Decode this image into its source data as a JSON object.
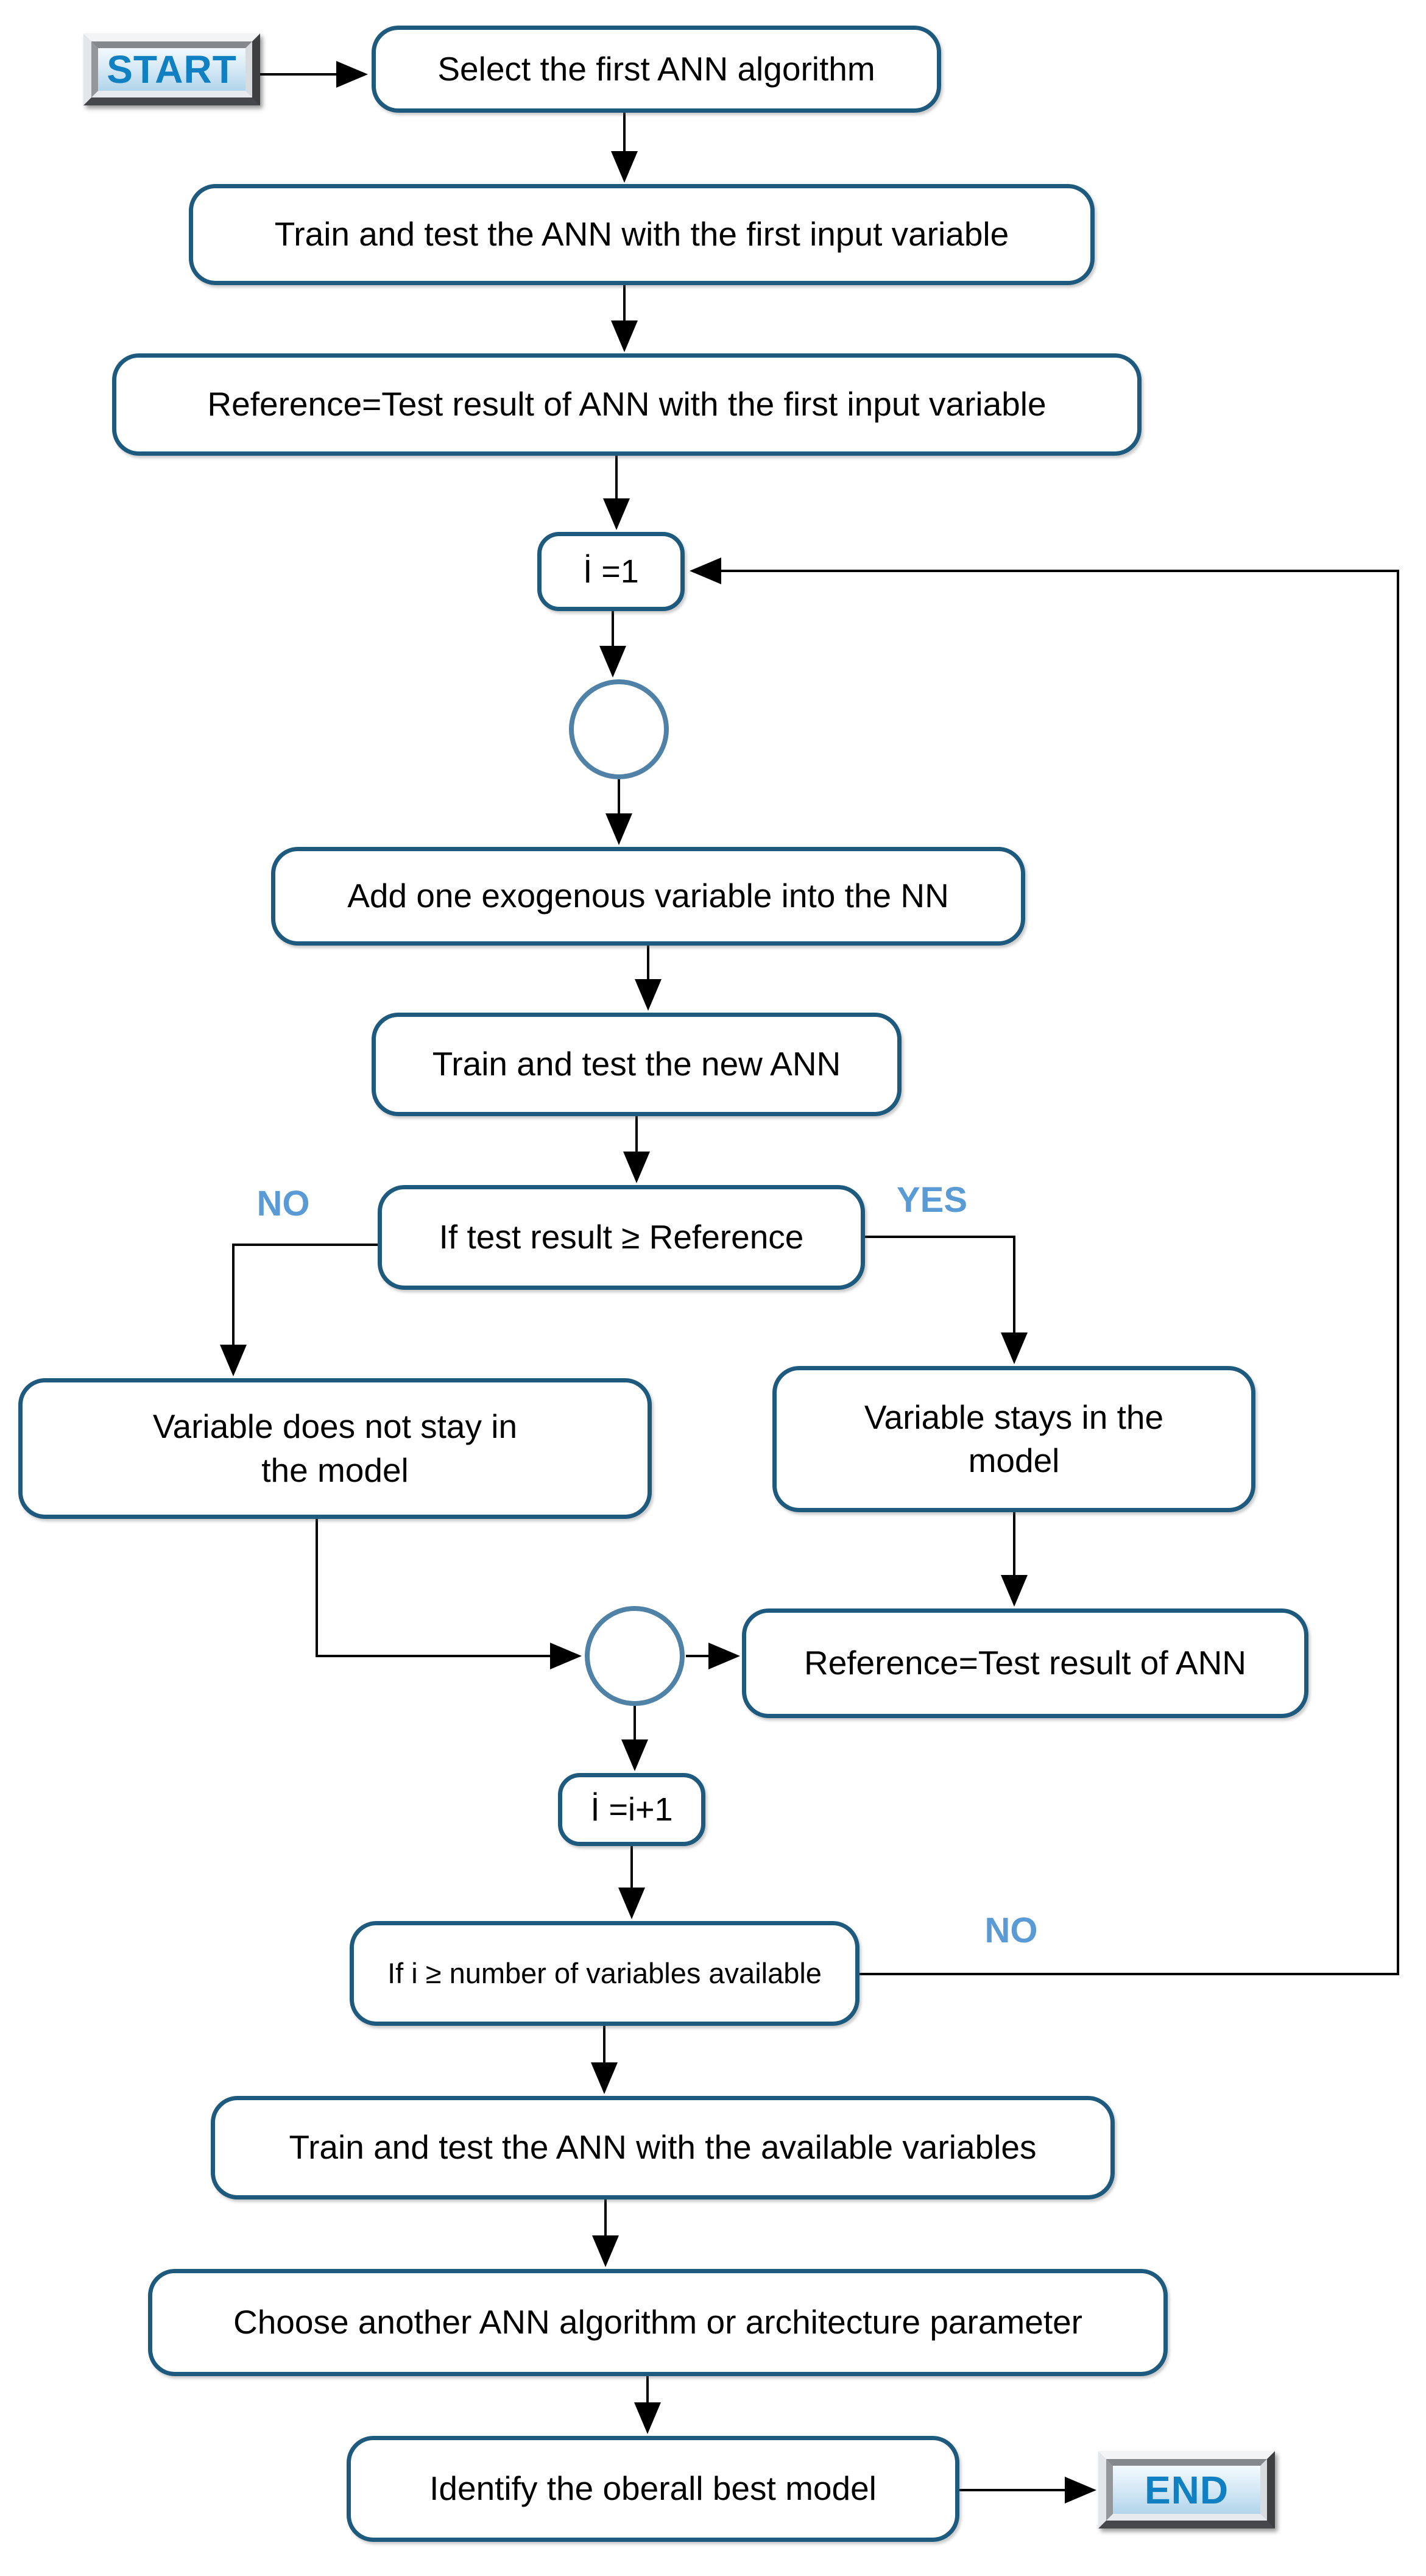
{
  "flowchart": {
    "terminals": {
      "start": "START",
      "end": "END"
    },
    "nodes": {
      "select_first": {
        "label": "Select the first ANN algorithm"
      },
      "train_first": {
        "label": "Train and test the ANN with the first input variable"
      },
      "reference_first": {
        "label": "Reference=Test result of ANN with the first input variable"
      },
      "i_init": {
        "label": "İ =1"
      },
      "add_exogenous": {
        "label": "Add one exogenous variable into the NN"
      },
      "train_new": {
        "label": "Train and test the new ANN"
      },
      "decision_test": {
        "label": "If test result ≥ Reference"
      },
      "var_not_stay": {
        "label": "Variable does not stay in the model"
      },
      "var_stay": {
        "label": "Variable stays in the model"
      },
      "reference_update": {
        "label": "Reference=Test result of ANN"
      },
      "i_increment": {
        "label": "İ =i+1"
      },
      "decision_count": {
        "label": "If i ≥ number of variables available"
      },
      "train_available": {
        "label": "Train and test the ANN with the available variables"
      },
      "choose_another": {
        "label": "Choose another ANN algorithm or architecture parameter"
      },
      "identify_best": {
        "label": "Identify the oberall best model"
      }
    },
    "branch_labels": {
      "no1": "NO",
      "yes1": "YES",
      "no2": "NO"
    },
    "colors": {
      "box_border": "#1d5a7d",
      "circle_border": "#4f82a6",
      "branch_label": "#5b9bd5",
      "terminal_text": "#1080c2",
      "connector": "#000000"
    }
  }
}
